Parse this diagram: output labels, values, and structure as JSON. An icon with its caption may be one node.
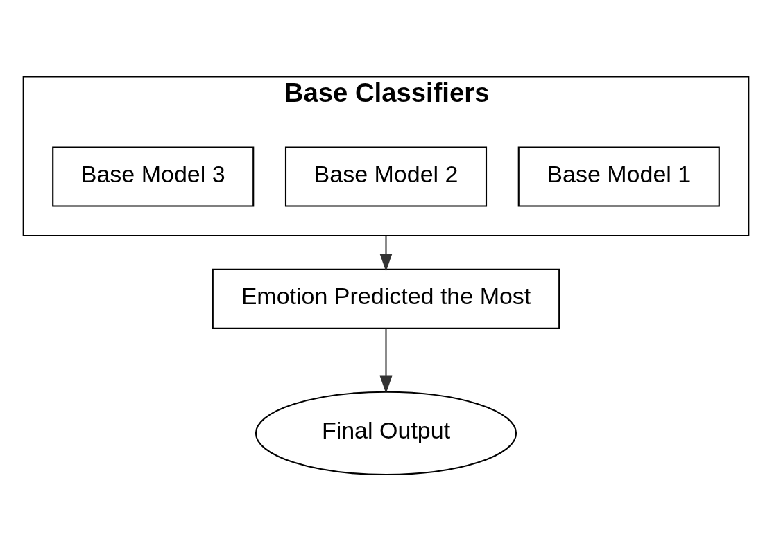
{
  "diagram": {
    "nodes": [
      {
        "text": [
          "Base Classifiers"
        ]
      },
      {
        "text": [
          "Base Model 1"
        ],
        "in": 0
      },
      {
        "text": [
          "Base Model 2"
        ],
        "in": 0
      },
      {
        "text": [
          "Base Model 3"
        ],
        "in": 0
      },
      {
        "text": [
          "Emotion Predicted the Most"
        ]
      },
      {
        "text": [
          "Final Output"
        ]
      }
    ],
    "edges": [
      {
        "from": 0,
        "to": 4,
        "arrow": "to"
      },
      {
        "from": 4,
        "to": 5,
        "arrow": "to"
      }
    ]
  }
}
